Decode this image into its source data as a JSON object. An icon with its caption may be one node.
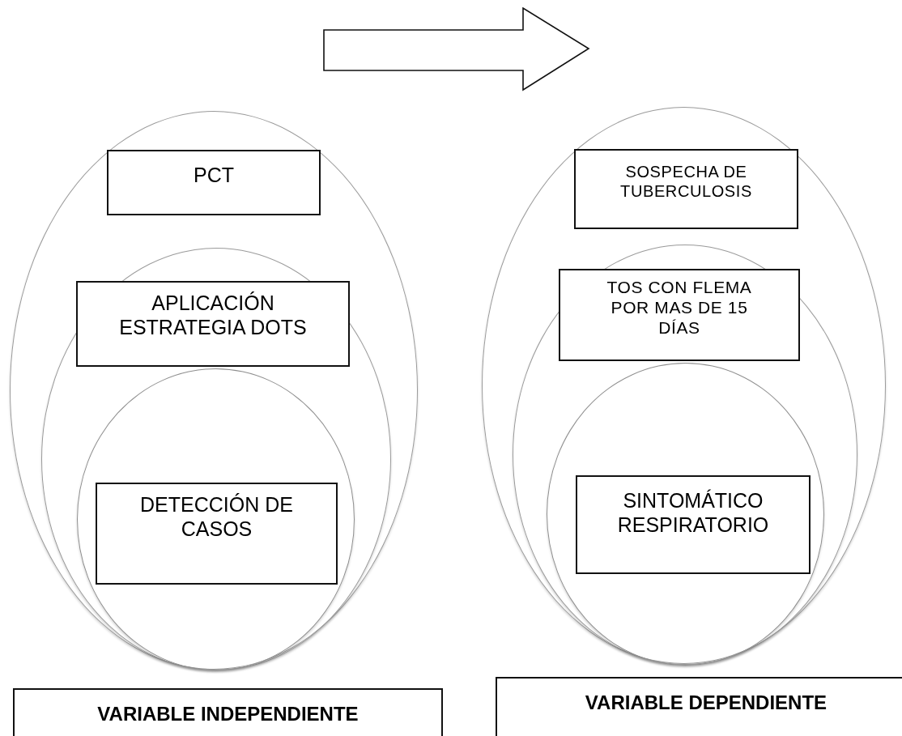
{
  "diagram": {
    "nodes": [
      {
        "text": [],
        "shape": "ellipse"
      },
      {
        "text": [
          "PCT"
        ],
        "in": 0
      },
      {
        "text": [],
        "shape": "ellipse",
        "in": 0
      },
      {
        "text": [
          "APLICACIÓN ESTRATEGIA DOTS"
        ],
        "in": 2
      },
      {
        "text": [],
        "shape": "circle",
        "in": 2
      },
      {
        "text": [
          "DETECCIÓN DE CASOS"
        ],
        "in": 4
      },
      {
        "text": [
          "VARIABLE INDEPENDIENTE"
        ]
      },
      {
        "text": [],
        "shape": "ellipse"
      },
      {
        "text": [
          "SOSPECHA DE TUBERCULOSIS"
        ],
        "in": 7
      },
      {
        "text": [],
        "shape": "ellipse",
        "in": 7
      },
      {
        "text": [
          "TOS CON FLEMA POR MAS DE 15 DÍAS"
        ],
        "in": 9
      },
      {
        "text": [],
        "shape": "circle",
        "in": 9
      },
      {
        "text": [
          "SINTOMÁTICO RESPIRATORIO"
        ],
        "in": 11
      },
      {
        "text": [
          "VARIABLE DEPENDIENTE"
        ]
      }
    ]
  }
}
